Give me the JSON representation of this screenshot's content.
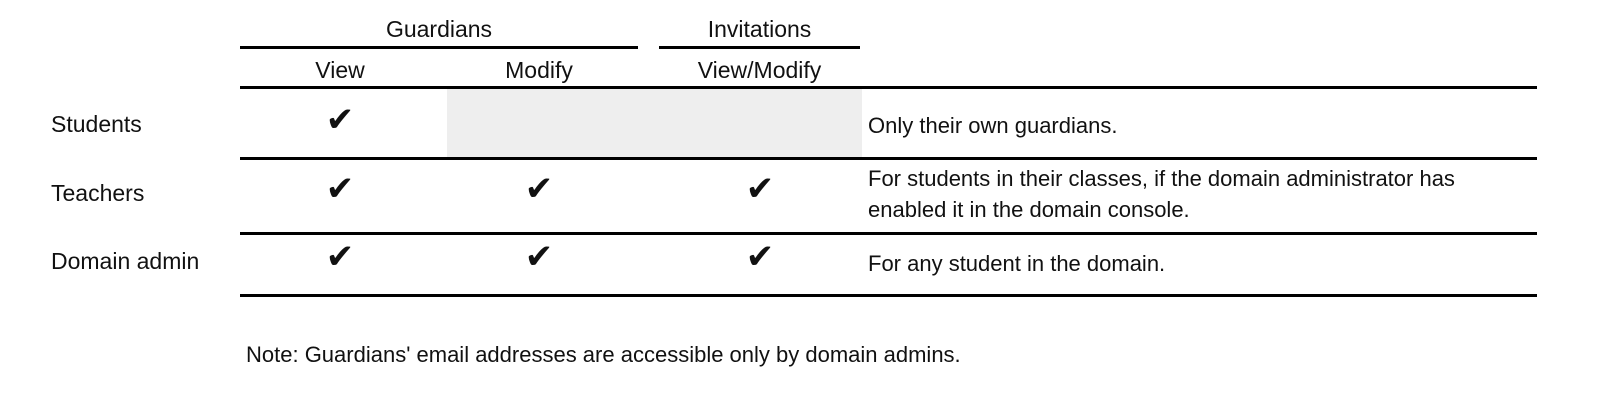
{
  "table": {
    "caption": "",
    "group_headers": [
      {
        "label": "Guardians",
        "spans": [
          "View",
          "Modify"
        ]
      },
      {
        "label": "Invitations",
        "spans": [
          "View/Modify"
        ]
      }
    ],
    "column_headers": {
      "guardians_view": "View",
      "guardians_modify": "Modify",
      "invitations_view_modify": "View/Modify"
    },
    "check_glyph": "✔",
    "shade_color": "#eeeeee",
    "rule_color": "#000000",
    "rows": [
      {
        "role": "Students",
        "guardians_view": true,
        "guardians_modify": false,
        "guardians_modify_state": "not-applicable",
        "invitations_view_modify": false,
        "invitations_state": "not-applicable",
        "description": "Only their own guardians."
      },
      {
        "role": "Teachers",
        "guardians_view": true,
        "guardians_modify": true,
        "invitations_view_modify": true,
        "description": "For students in their classes, if the domain administrator has enabled it in the domain console."
      },
      {
        "role": "Domain admin",
        "guardians_view": true,
        "guardians_modify": true,
        "invitations_view_modify": true,
        "description": "For any student in the domain."
      }
    ]
  },
  "note": "Note: Guardians' email addresses are accessible only by domain admins."
}
